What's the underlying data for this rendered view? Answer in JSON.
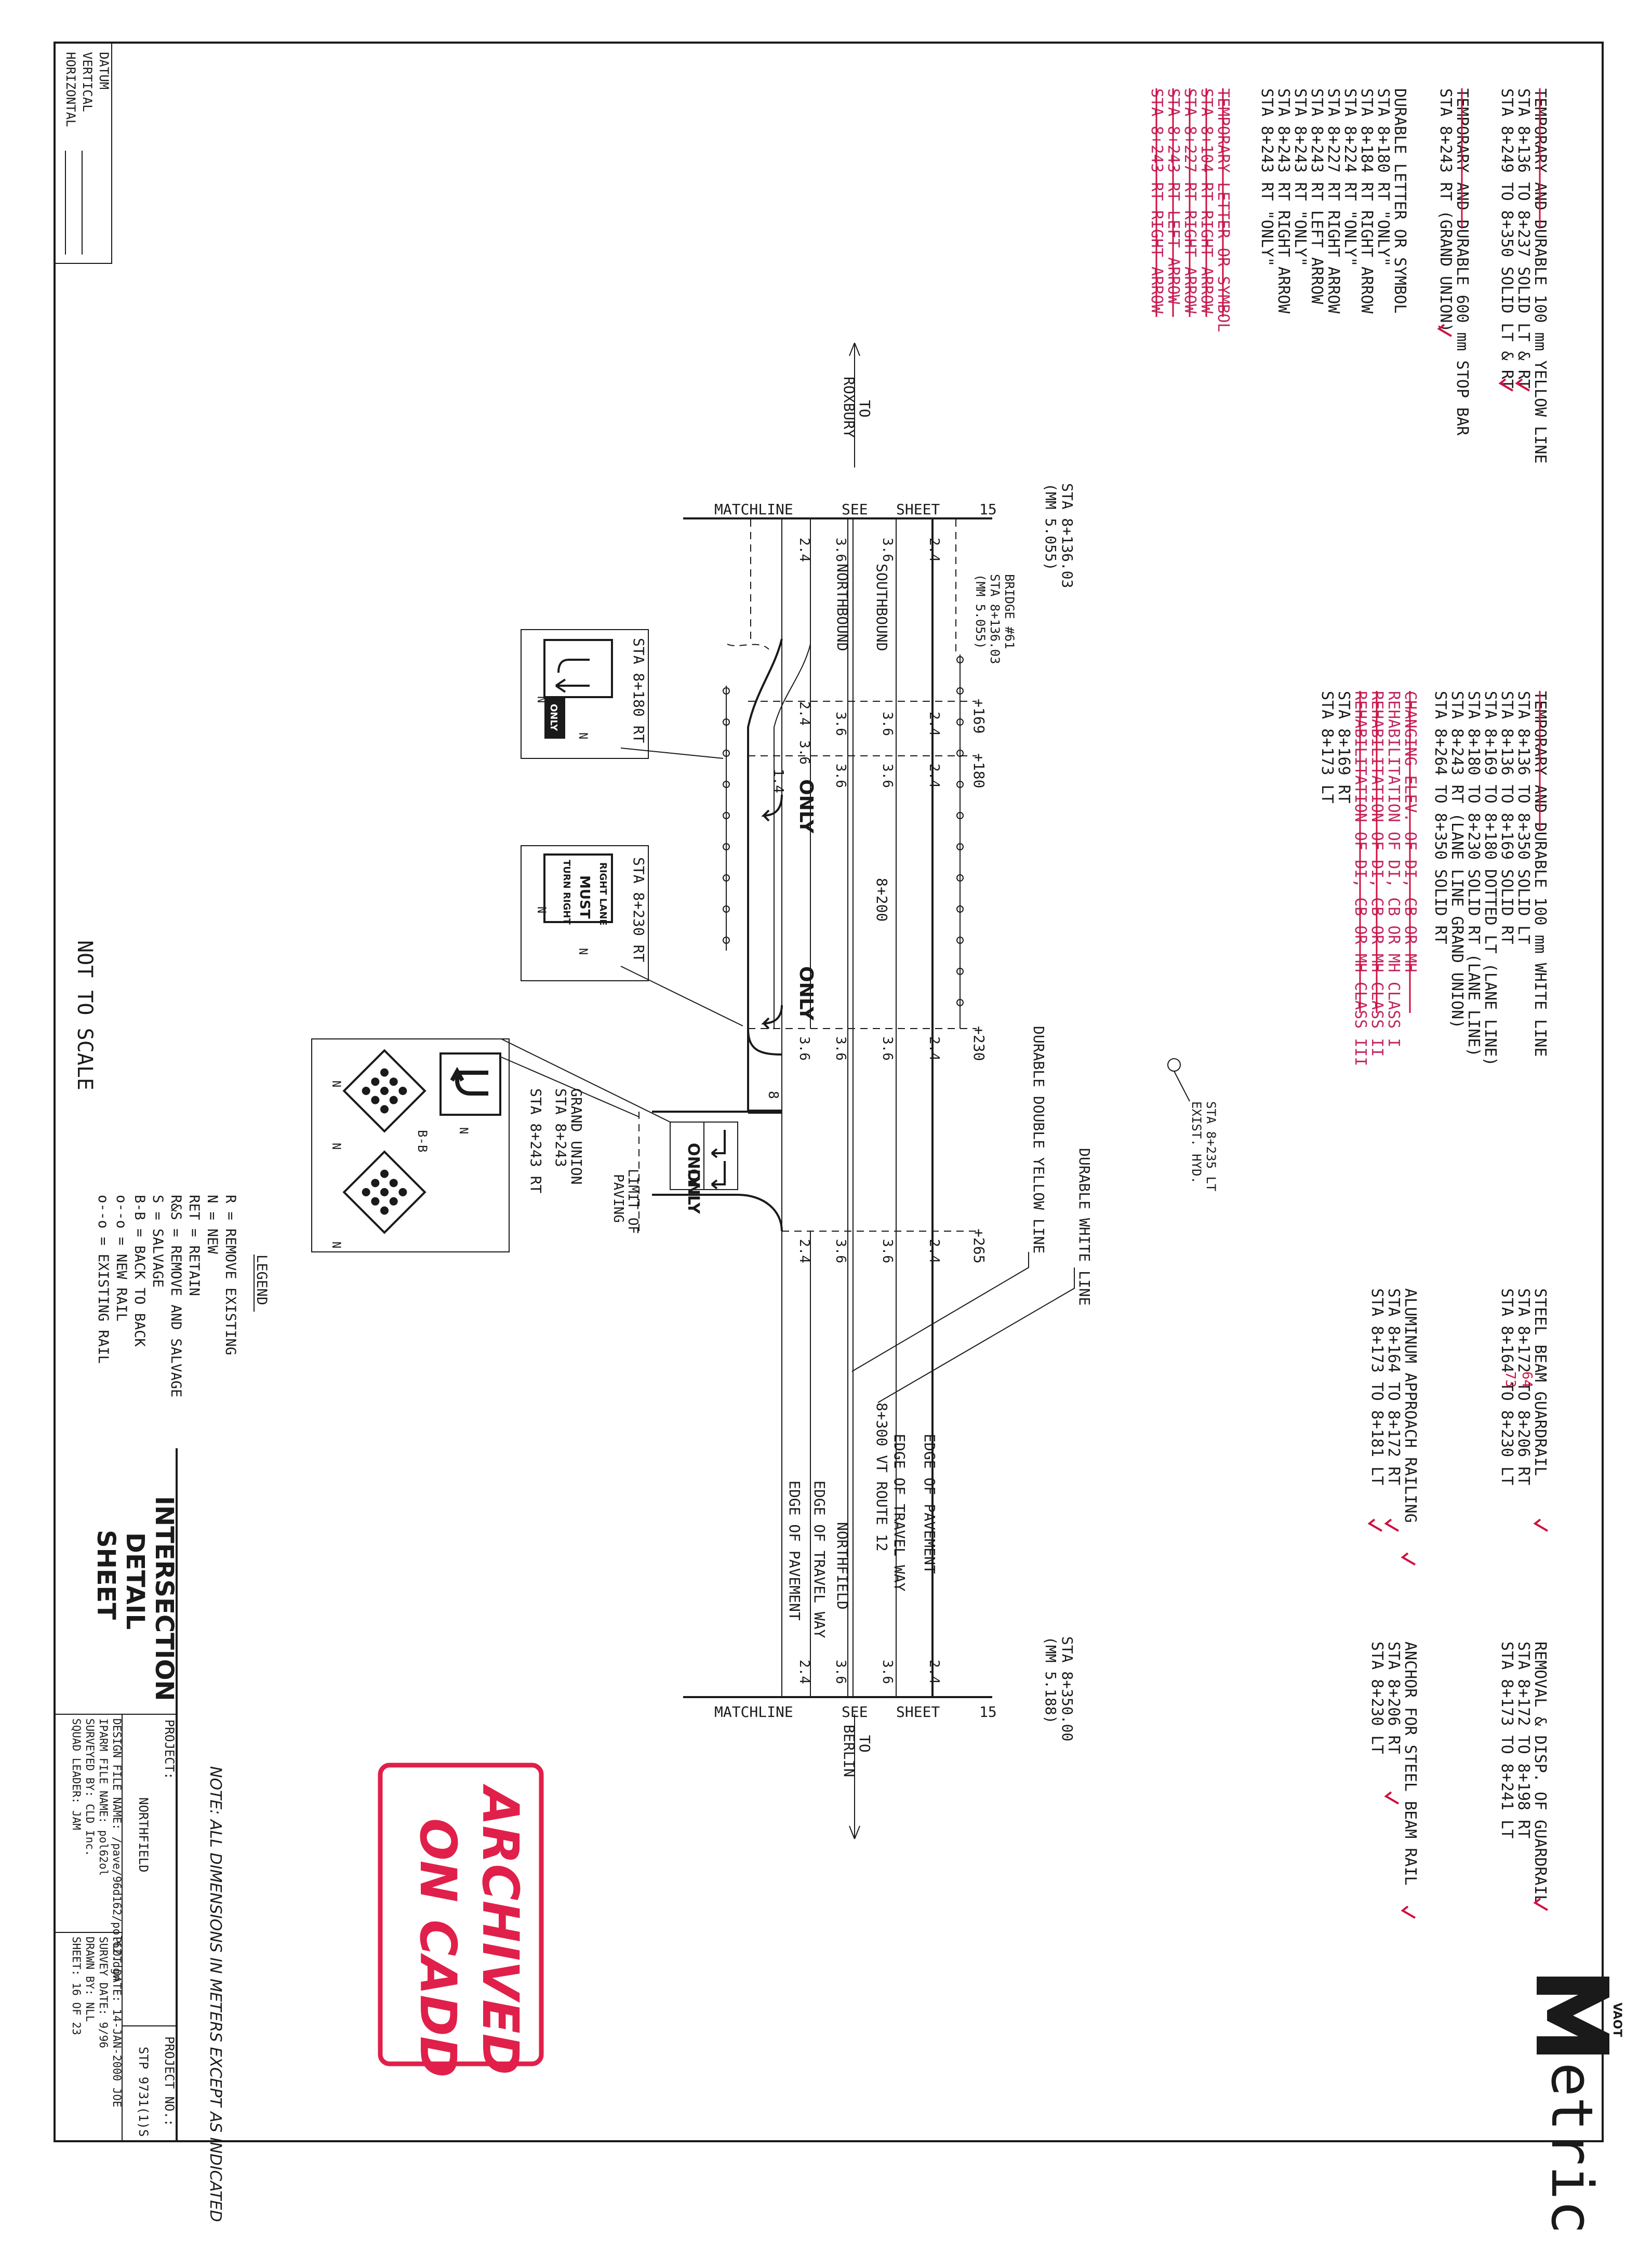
{
  "logo": {
    "text": "etric",
    "subtext": "VAOT"
  },
  "quantities": {
    "yellow_header": "TEMPORARY AND DURABLE 100 mm YELLOW LINE",
    "yellow_rows": [
      "STA  8+136  TO   8+237   SOLID LT & RT",
      "STA  8+249  TO   8+350   SOLID LT & RT"
    ],
    "stopbar_header": "TEMPORARY AND DURABLE 600 mm STOP BAR",
    "stopbar_rows": [
      "STA  8+243  RT (GRAND UNION)"
    ],
    "durable_letter_header": "DURABLE LETTER OR SYMBOL",
    "durable_letter_rows": [
      "STA  8+180  RT  \"ONLY\"",
      "STA  8+184  RT  RIGHT ARROW",
      "STA  8+224  RT  \"ONLY\"",
      "STA  8+227  RT  RIGHT ARROW",
      "STA  8+243  RT  LEFT ARROW",
      "STA  8+243  RT  \"ONLY\"",
      "STA  8+243  RT  RIGHT ARROW",
      "STA  8+243  RT  \"ONLY\""
    ],
    "temp_letter_header": "TEMPORARY LETTER OR SYMBOL",
    "temp_letter_rows": [
      "STA  8+104  RT  RIGHT ARROW",
      "STA  8+227  RT  RIGHT ARROW",
      "STA  8+243  RT  LEFT ARROW",
      "STA  8+243  RT  RIGHT ARROW"
    ],
    "white_header": "TEMPORARY AND DURABLE 100 mm WHITE LINE",
    "white_rows": [
      "STA  8+136  TO   8+350   SOLID LT",
      "STA  8+136  TO   8+169   SOLID RT",
      "STA  8+169  TO   8+180   DOTTED LT (LANE LINE)",
      "STA  8+180  TO   8+230   SOLID RT (LANE LINE)",
      "STA  8+243  RT  (LANE LINE GRAND UNION)",
      "STA  8+264  TO   8+350   SOLID RT"
    ],
    "cbmh_rows": [
      "CHANGING ELEV. OF DI, CB OR MH",
      "REHABILITATION OF DI, CB OR MH CLASS I",
      "REHABILITATION OF DI, CB OR MH CLASS II",
      "REHABILITATION OF DI, CB OR MH CLASS III"
    ],
    "cbmh_sta": [
      "STA  8+169  RT",
      "STA  8+173  LT"
    ],
    "guardrail_header": "STEEL BEAM GUARDRAIL",
    "guardrail_rows": [
      "STA  8+172  TO   8+206   RT",
      "STA  8+164  TO   8+230   LT"
    ],
    "guardrail_corr": [
      "64",
      "73"
    ],
    "approach_header": "ALUMINUM APPROACH RAILING",
    "approach_rows": [
      "STA  8+164  TO   8+172   RT",
      "STA  8+173  TO   8+181   LT"
    ],
    "removal_header": "REMOVAL & DISP. OF GUARDRAIL",
    "removal_rows": [
      "STA  8+172  TO   8+198   RT",
      "STA  8+173  TO   8+241   LT"
    ],
    "anchor_header": "ANCHOR FOR STEEL BEAM RAIL",
    "anchor_rows": [
      "STA  8+206  RT",
      "STA  8+230  LT"
    ]
  },
  "datum": {
    "title": "DATUM",
    "vertical": "VERTICAL",
    "horizontal": "HORIZONTAL"
  },
  "plan": {
    "to_roxbury": [
      "TO",
      "ROXBURY"
    ],
    "to_berlin": [
      "TO",
      "BERLIN"
    ],
    "matchline_top": [
      "MATCHLINE",
      "SEE",
      "SHEET",
      "15"
    ],
    "matchline_bottom": [
      "MATCHLINE",
      "SEE",
      "SHEET",
      "15"
    ],
    "sta_start": [
      "STA 8+136.03",
      "(MM 5.055)"
    ],
    "sta_end": [
      "STA 8+350.00",
      "(MM 5.188)"
    ],
    "bridge": [
      "BRIDGE #61",
      "STA 8+136.03",
      "(MM 5.055)"
    ],
    "stations": [
      "+169",
      "+180",
      "8+200",
      "+230",
      "+265"
    ],
    "lane_widths": [
      "2.4",
      "3.6",
      "3.6",
      "2.4",
      "1.4",
      "8"
    ],
    "southbound": "SOUTHBOUND",
    "northbound": "NORTHBOUND",
    "northfield": "NORTHFIELD",
    "route": "8+300 VT ROUTE 12",
    "edge_pavement": "EDGE OF PAVEMENT",
    "edge_travel": "EDGE OF TRAVEL WAY",
    "durable_white": "DURABLE WHITE LINE",
    "durable_double": "DURABLE DOUBLE YELLOW LINE",
    "exist_hyd": [
      "EXIST. HYD.",
      "STA 8+235 LT"
    ],
    "limit_paving": [
      "LIMIT OF",
      "PAVING"
    ],
    "grand_union": [
      "GRAND UNION",
      "STA 8+243",
      "STA 8+243 RT"
    ],
    "sign1": "STA 8+180 RT",
    "sign2": "STA 8+230 RT",
    "only": "ONLY",
    "right_lane_sign": [
      "RIGHT LANE",
      "MUST",
      "TURN RIGHT"
    ],
    "n": "N",
    "bb": "B-B"
  },
  "not_to_scale": "NOT TO SCALE",
  "legend": {
    "title": "LEGEND",
    "rows": [
      "R    =  REMOVE EXISTING",
      "N    =  NEW",
      "RET  =  RETAIN",
      "R&S  =  REMOVE AND SALVAGE",
      "S    =  SALVAGE",
      "B-B  =  BACK TO BACK",
      "o--o =  NEW RAIL",
      "o--o =  EXISTING RAIL"
    ]
  },
  "note": "NOTE: ALL DIMENSIONS IN METERS EXCEPT AS INDICATED",
  "stamp": [
    "ARCHIVED",
    "ON CADD"
  ],
  "title_block": {
    "title": [
      "INTERSECTION",
      "DETAIL",
      "SHEET"
    ],
    "project_label": "PROJECT:",
    "project_name": "NORTHFIELD",
    "project_no_label": "PROJECT NO.:",
    "project_no": "STP 9731(1)S",
    "rows": [
      "DESIGN FILE NAME: /pave/96d162/pol62.dgn",
      "IPARM FILE NAME:  pol62ol",
      "SURVEYED BY:      CLD Inc.",
      "SQUAD LEADER:     JAM"
    ],
    "rows_right": [
      "PLOT DATE: 14-JAN-2000 JOE",
      "SURVEY DATE: 9/96",
      "DRAWN BY: NLL",
      "SHEET:  16  OF  23"
    ]
  }
}
